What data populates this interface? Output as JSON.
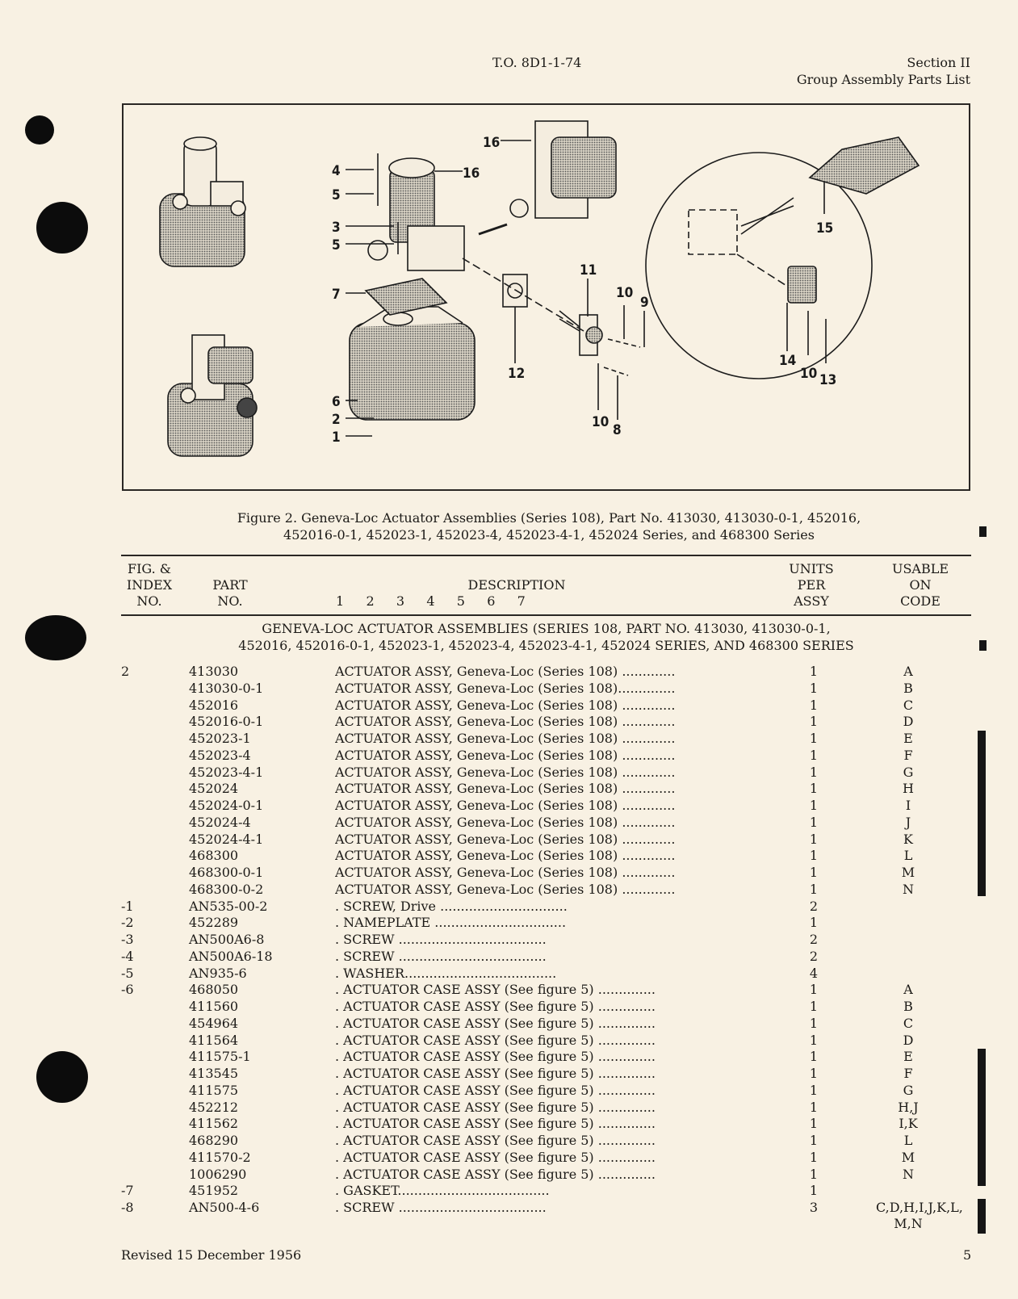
{
  "header": {
    "doc_number": "T.O. 8D1-1-74",
    "section": "Section II",
    "section_title": "Group Assembly Parts List"
  },
  "figure": {
    "callouts": [
      "1",
      "2",
      "3",
      "4",
      "5",
      "5",
      "6",
      "7",
      "8",
      "9",
      "10",
      "10",
      "10",
      "11",
      "12",
      "13",
      "14",
      "15",
      "16",
      "16"
    ],
    "caption_line1": "Figure 2.  Geneva-Loc Actuator Assemblies (Series 108), Part No. 413030, 413030-0-1, 452016,",
    "caption_line2": "452016-0-1, 452023-1, 452023-4, 452023-4-1, 452024 Series, and 468300 Series"
  },
  "table": {
    "headers": {
      "fig_index": [
        "FIG. &",
        "INDEX",
        "NO."
      ],
      "part": [
        "PART",
        "NO."
      ],
      "description": "DESCRIPTION",
      "indent_levels": "1   2   3   4   5   6   7",
      "units": [
        "UNITS",
        "PER",
        "ASSY"
      ],
      "usable": [
        "USABLE",
        "ON",
        "CODE"
      ]
    },
    "section_title_line1": "GENEVA-LOC ACTUATOR ASSEMBLIES (SERIES 108, PART NO. 413030, 413030-0-1,",
    "section_title_line2": "452016, 452016-0-1, 452023-1, 452023-4, 452023-4-1, 452024 SERIES, AND 468300 SERIES",
    "rows": [
      {
        "index": "2",
        "part": "413030",
        "desc": "ACTUATOR ASSY, Geneva-Loc (Series 108) .............",
        "units": "1",
        "code": "A"
      },
      {
        "index": "",
        "part": "413030-0-1",
        "desc": "ACTUATOR ASSY, Geneva-Loc (Series 108)..............",
        "units": "1",
        "code": "B"
      },
      {
        "index": "",
        "part": "452016",
        "desc": "ACTUATOR ASSY, Geneva-Loc (Series 108) .............",
        "units": "1",
        "code": "C"
      },
      {
        "index": "",
        "part": "452016-0-1",
        "desc": "ACTUATOR ASSY, Geneva-Loc (Series 108) .............",
        "units": "1",
        "code": "D"
      },
      {
        "index": "",
        "part": "452023-1",
        "desc": "ACTUATOR ASSY, Geneva-Loc (Series 108) .............",
        "units": "1",
        "code": "E"
      },
      {
        "index": "",
        "part": "452023-4",
        "desc": "ACTUATOR ASSY, Geneva-Loc (Series 108) .............",
        "units": "1",
        "code": "F"
      },
      {
        "index": "",
        "part": "452023-4-1",
        "desc": "ACTUATOR ASSY, Geneva-Loc (Series 108) .............",
        "units": "1",
        "code": "G"
      },
      {
        "index": "",
        "part": "452024",
        "desc": "ACTUATOR ASSY, Geneva-Loc (Series 108) .............",
        "units": "1",
        "code": "H"
      },
      {
        "index": "",
        "part": "452024-0-1",
        "desc": "ACTUATOR ASSY, Geneva-Loc (Series 108) .............",
        "units": "1",
        "code": "I"
      },
      {
        "index": "",
        "part": "452024-4",
        "desc": "ACTUATOR ASSY, Geneva-Loc (Series 108) .............",
        "units": "1",
        "code": "J"
      },
      {
        "index": "",
        "part": "452024-4-1",
        "desc": "ACTUATOR ASSY, Geneva-Loc (Series 108) .............",
        "units": "1",
        "code": "K"
      },
      {
        "index": "",
        "part": "468300",
        "desc": "ACTUATOR ASSY, Geneva-Loc (Series 108) .............",
        "units": "1",
        "code": "L"
      },
      {
        "index": "",
        "part": "468300-0-1",
        "desc": "ACTUATOR ASSY, Geneva-Loc (Series 108) .............",
        "units": "1",
        "code": "M"
      },
      {
        "index": "",
        "part": "468300-0-2",
        "desc": "ACTUATOR ASSY, Geneva-Loc (Series 108) .............",
        "units": "1",
        "code": "N"
      },
      {
        "index": "-1",
        "part": "AN535-00-2",
        "desc": ".     SCREW, Drive ...............................",
        "units": "2",
        "code": ""
      },
      {
        "index": "-2",
        "part": "452289",
        "desc": ".     NAMEPLATE ................................",
        "units": "1",
        "code": ""
      },
      {
        "index": "-3",
        "part": "AN500A6-8",
        "desc": ".     SCREW ....................................",
        "units": "2",
        "code": ""
      },
      {
        "index": "-4",
        "part": "AN500A6-18",
        "desc": ".     SCREW ....................................",
        "units": "2",
        "code": ""
      },
      {
        "index": "-5",
        "part": "AN935-6",
        "desc": ".     WASHER.....................................",
        "units": "4",
        "code": ""
      },
      {
        "index": "-6",
        "part": "468050",
        "desc": ".     ACTUATOR CASE ASSY (See figure 5) ..............",
        "units": "1",
        "code": "A"
      },
      {
        "index": "",
        "part": "411560",
        "desc": ".     ACTUATOR CASE ASSY (See figure 5) ..............",
        "units": "1",
        "code": "B"
      },
      {
        "index": "",
        "part": "454964",
        "desc": ".     ACTUATOR CASE ASSY (See figure 5) ..............",
        "units": "1",
        "code": "C"
      },
      {
        "index": "",
        "part": "411564",
        "desc": ".     ACTUATOR CASE ASSY (See figure 5) ..............",
        "units": "1",
        "code": "D"
      },
      {
        "index": "",
        "part": "411575-1",
        "desc": ".     ACTUATOR CASE ASSY (See figure 5) ..............",
        "units": "1",
        "code": "E"
      },
      {
        "index": "",
        "part": "413545",
        "desc": ".     ACTUATOR CASE ASSY (See figure 5) ..............",
        "units": "1",
        "code": "F"
      },
      {
        "index": "",
        "part": "411575",
        "desc": ".     ACTUATOR CASE ASSY (See figure 5) ..............",
        "units": "1",
        "code": "G"
      },
      {
        "index": "",
        "part": "452212",
        "desc": ".     ACTUATOR CASE ASSY (See figure 5) ..............",
        "units": "1",
        "code": "H,J"
      },
      {
        "index": "",
        "part": "411562",
        "desc": ".     ACTUATOR CASE ASSY (See figure 5) ..............",
        "units": "1",
        "code": "I,K"
      },
      {
        "index": "",
        "part": "468290",
        "desc": ".     ACTUATOR CASE ASSY (See figure 5) ..............",
        "units": "1",
        "code": "L"
      },
      {
        "index": "",
        "part": "411570-2",
        "desc": ".     ACTUATOR CASE ASSY (See figure 5) ..............",
        "units": "1",
        "code": "M"
      },
      {
        "index": "",
        "part": "1006290",
        "desc": ".     ACTUATOR CASE ASSY (See figure 5) ..............",
        "units": "1",
        "code": "N"
      },
      {
        "index": "-7",
        "part": "451952",
        "desc": ".     GASKET.....................................",
        "units": "1",
        "code": ""
      },
      {
        "index": "-8",
        "part": "AN500-4-6",
        "desc": ".     SCREW ....................................",
        "units": "3",
        "code": "C,D,H,I,J,K,L, M,N"
      }
    ]
  },
  "footer": {
    "revised": "Revised 15 December 1956",
    "page_number": "5"
  }
}
